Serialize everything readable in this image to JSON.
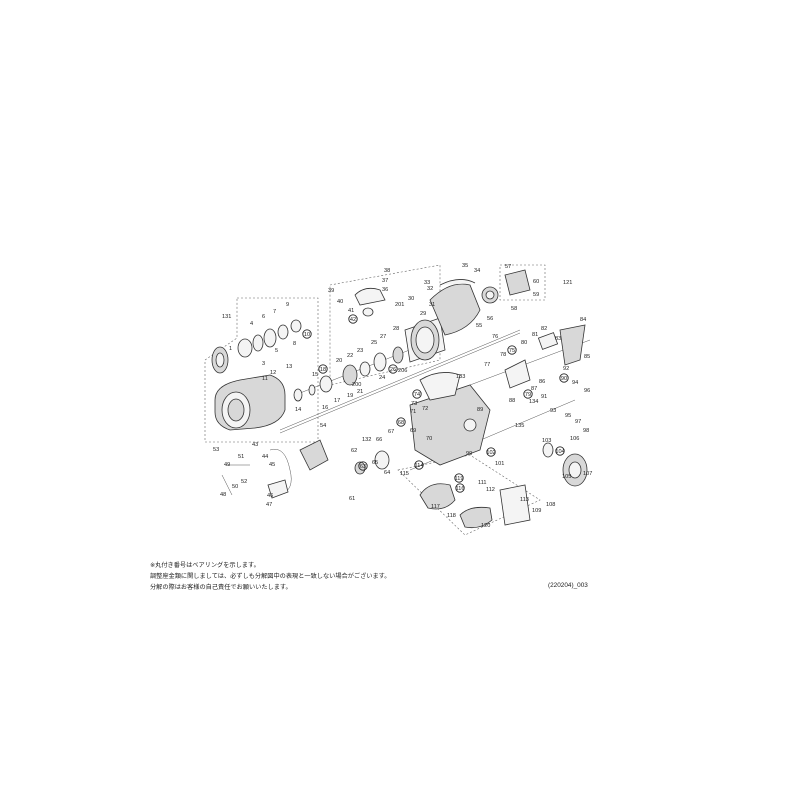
{
  "notes": [
    "※丸付き番号はベアリングを示します。",
    "調整座金類に関しましては、必ずしも分解図中の表現と一致しない場合がございます。",
    "分解の際はお客様の自己責任でお願いいたします。"
  ],
  "doc_code": "(220204)_003",
  "part_labels": [
    "1",
    "3",
    "4",
    "5",
    "6",
    "7",
    "8",
    "9",
    "10",
    "11",
    "12",
    "13",
    "14",
    "15",
    "16",
    "17",
    "19",
    "20",
    "21",
    "22",
    "23",
    "24",
    "25",
    "27",
    "28",
    "29",
    "30",
    "31",
    "32",
    "33",
    "34",
    "35",
    "36",
    "37",
    "38",
    "39",
    "40",
    "41",
    "43",
    "44",
    "45",
    "46",
    "47",
    "48",
    "49",
    "50",
    "51",
    "52",
    "53",
    "54",
    "55",
    "56",
    "57",
    "58",
    "59",
    "60",
    "61",
    "62",
    "64",
    "65",
    "66",
    "67",
    "68",
    "69",
    "70",
    "71",
    "72",
    "73",
    "76",
    "77",
    "78",
    "79",
    "80",
    "81",
    "82",
    "83",
    "84",
    "85",
    "86",
    "87",
    "88",
    "89",
    "91",
    "92",
    "93",
    "94",
    "95",
    "96",
    "97",
    "98",
    "99",
    "101",
    "103",
    "105",
    "106",
    "107",
    "108",
    "109",
    "111",
    "112",
    "113",
    "115",
    "116",
    "117",
    "118",
    "119",
    "120",
    "121",
    "131",
    "132",
    "133",
    "134",
    "135",
    "200",
    "201",
    "206"
  ],
  "bearing_labels": [
    "10",
    "18",
    "26",
    "42",
    "63",
    "68",
    "74",
    "75",
    "79",
    "90",
    "102",
    "104",
    "114",
    "116",
    "119"
  ]
}
